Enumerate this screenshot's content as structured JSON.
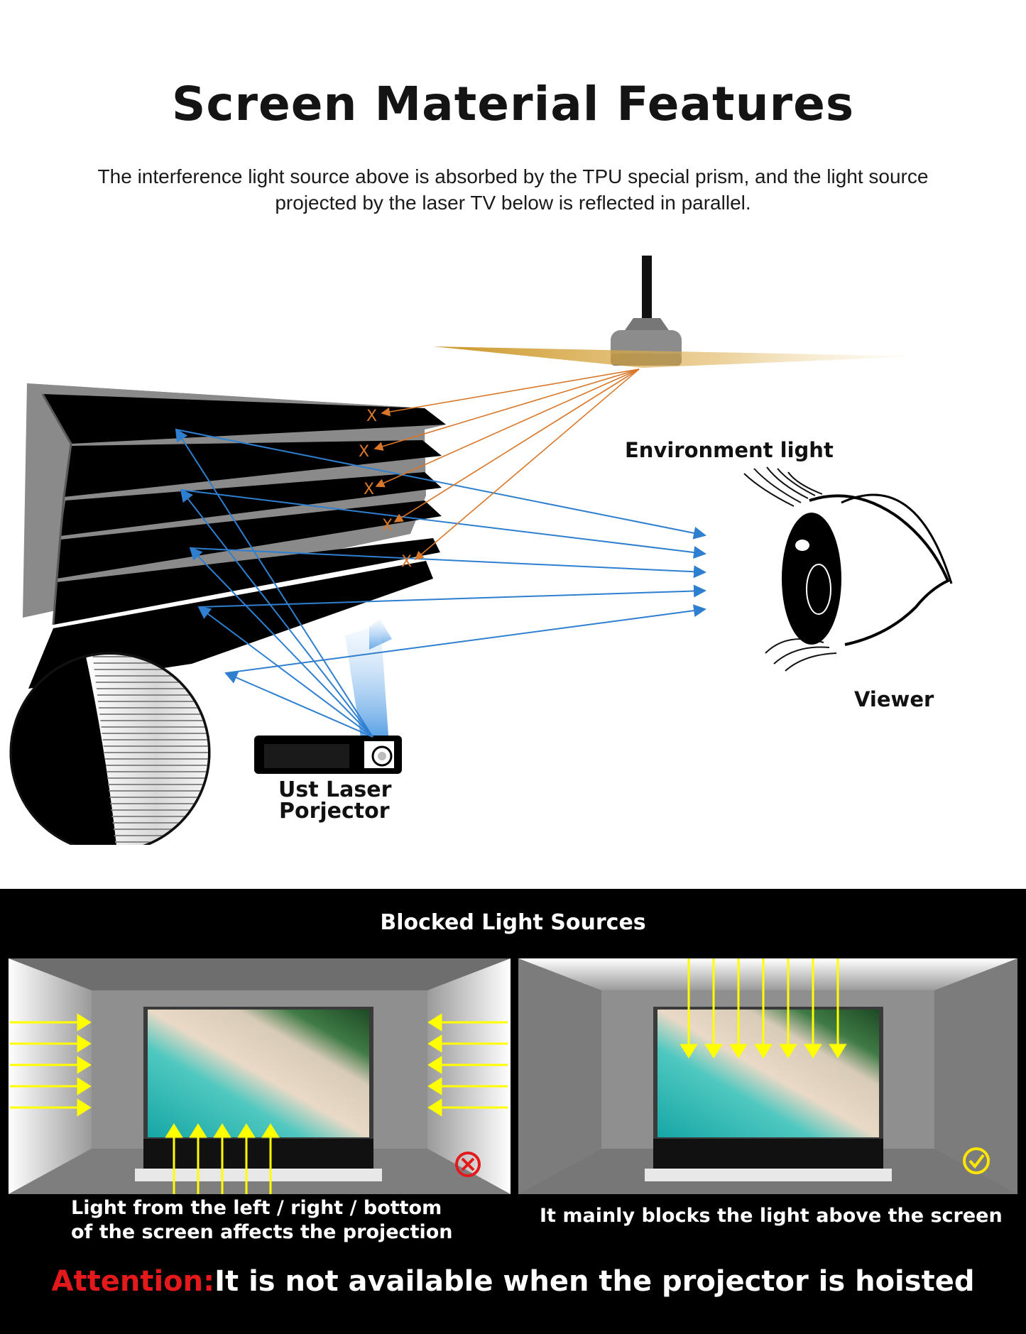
{
  "header": {
    "title": "Screen Material Features",
    "subtitle": "The interference light source above is absorbed by the TPU special prism, and the light source projected by the laser TV below is reflected in parallel."
  },
  "diagram": {
    "environment_light_label": "Environment light",
    "viewer_label": "Viewer",
    "projector_label_line1": "Ust Laser",
    "projector_label_line2": "Porjector",
    "absorbed_marker": "X",
    "colors": {
      "ambient_ray": "#d9782a",
      "projected_ray": "#2f7fd0",
      "light_cone": "#c8901c",
      "prism_dark": "#000000",
      "prism_light": "#8a8a8a"
    }
  },
  "blocked_section": {
    "title": "Blocked Light Sources",
    "left_caption_line1": "Light from the left / right / bottom",
    "left_caption_line2": "of the screen affects the projection",
    "right_caption": "It mainly blocks the light above the screen",
    "left_status_icon": "cross-circle-icon",
    "right_status_icon": "check-circle-icon",
    "attention_prefix": "Attention:",
    "attention_text": "It is not available when the projector is hoisted",
    "colors": {
      "arrow": "#ffff00",
      "attention_red": "#e3191b",
      "bad_icon": "#e3191b",
      "good_icon": "#ffe600"
    }
  }
}
